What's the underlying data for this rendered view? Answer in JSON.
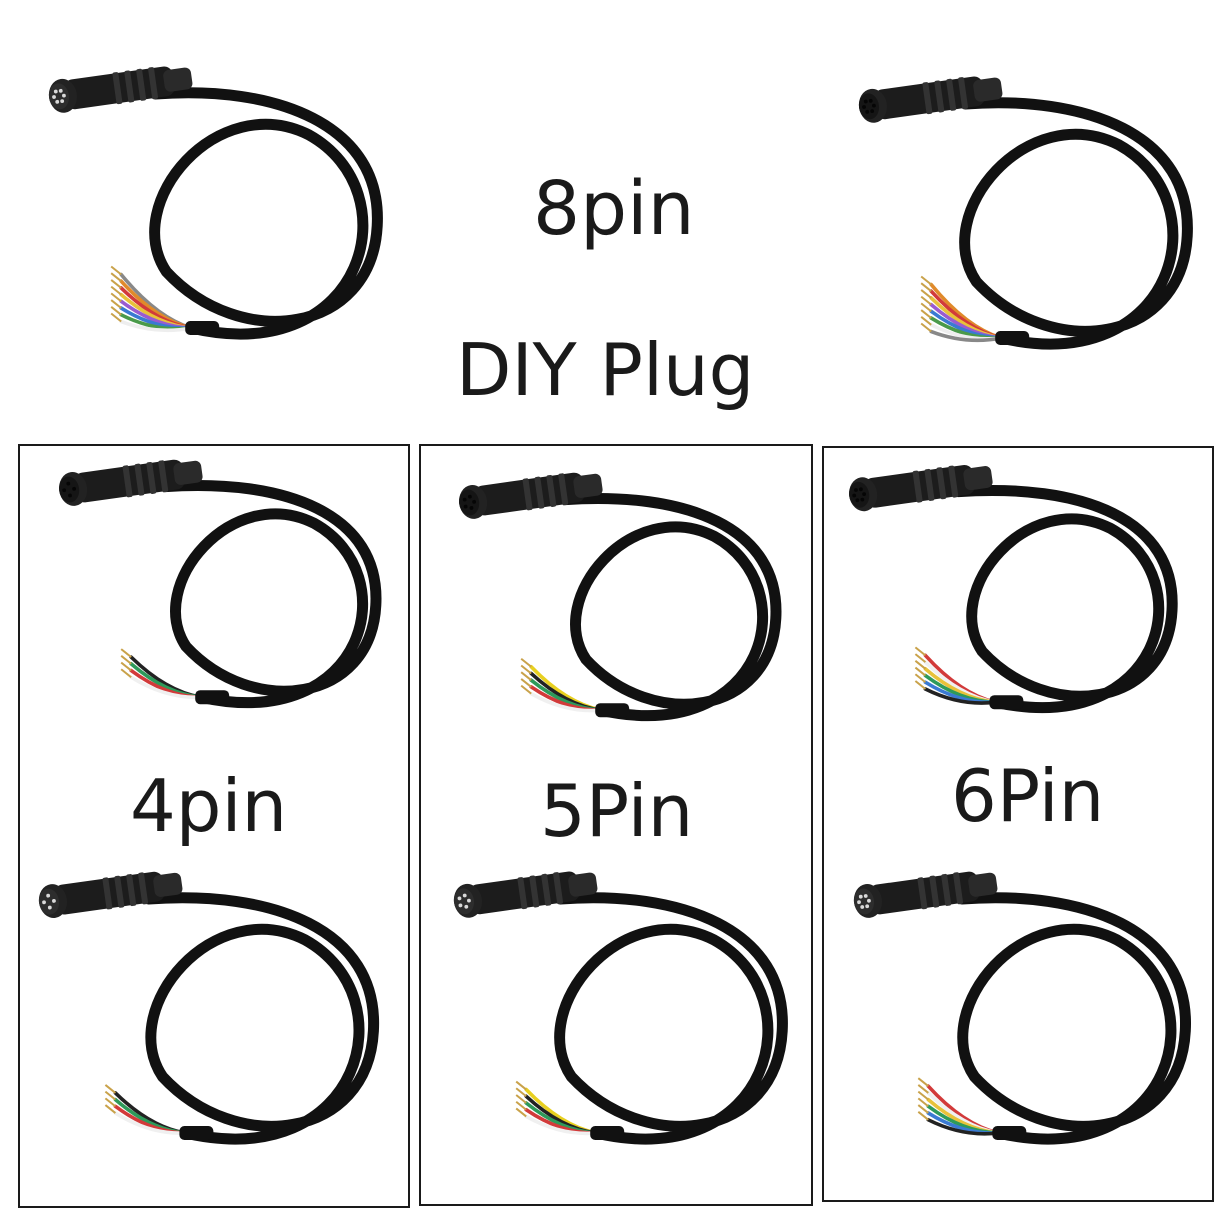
{
  "labels": {
    "eight_pin": "8pin",
    "diy_plug": "DIY Plug",
    "four_pin": "4pin",
    "five_pin": "5Pin",
    "six_pin": "6Pin"
  },
  "colors": {
    "cable": "#111111",
    "connector": "#1c1c1c",
    "frame": "#1a1a1a",
    "background": "#ffffff"
  },
  "cables": [
    {
      "id": "8pin-male",
      "gender": "male",
      "wires": [
        "#888888",
        "#e08a2a",
        "#d23a3a",
        "#e8c23a",
        "#9a5bd0",
        "#3a7ad2",
        "#4a9a4a",
        "#eeeeee"
      ]
    },
    {
      "id": "8pin-female",
      "gender": "female",
      "wires": [
        "#e08a2a",
        "#d23a3a",
        "#e8c23a",
        "#9a5bd0",
        "#3a7ad2",
        "#4a9a4a",
        "#eeeeee",
        "#888888"
      ]
    },
    {
      "id": "4pin-female",
      "gender": "female",
      "wires": [
        "#222222",
        "#2e9a5a",
        "#d23a3a",
        "#f0f0f0"
      ]
    },
    {
      "id": "4pin-male",
      "gender": "male",
      "wires": [
        "#222222",
        "#2e9a5a",
        "#d23a3a",
        "#f0f0f0"
      ]
    },
    {
      "id": "5pin-female",
      "gender": "female",
      "wires": [
        "#e8d020",
        "#222222",
        "#2e9a5a",
        "#d23a3a",
        "#f0f0f0"
      ]
    },
    {
      "id": "5pin-male",
      "gender": "male",
      "wires": [
        "#e8d020",
        "#222222",
        "#2e9a5a",
        "#d23a3a",
        "#f0f0f0"
      ]
    },
    {
      "id": "6pin-female",
      "gender": "female",
      "wires": [
        "#d23a3a",
        "#f0f0f0",
        "#e8c23a",
        "#2e9a5a",
        "#3a7ad2",
        "#222222"
      ]
    },
    {
      "id": "6pin-male",
      "gender": "male",
      "wires": [
        "#d23a3a",
        "#f0f0f0",
        "#e8c23a",
        "#2e9a5a",
        "#3a7ad2",
        "#222222"
      ]
    }
  ]
}
